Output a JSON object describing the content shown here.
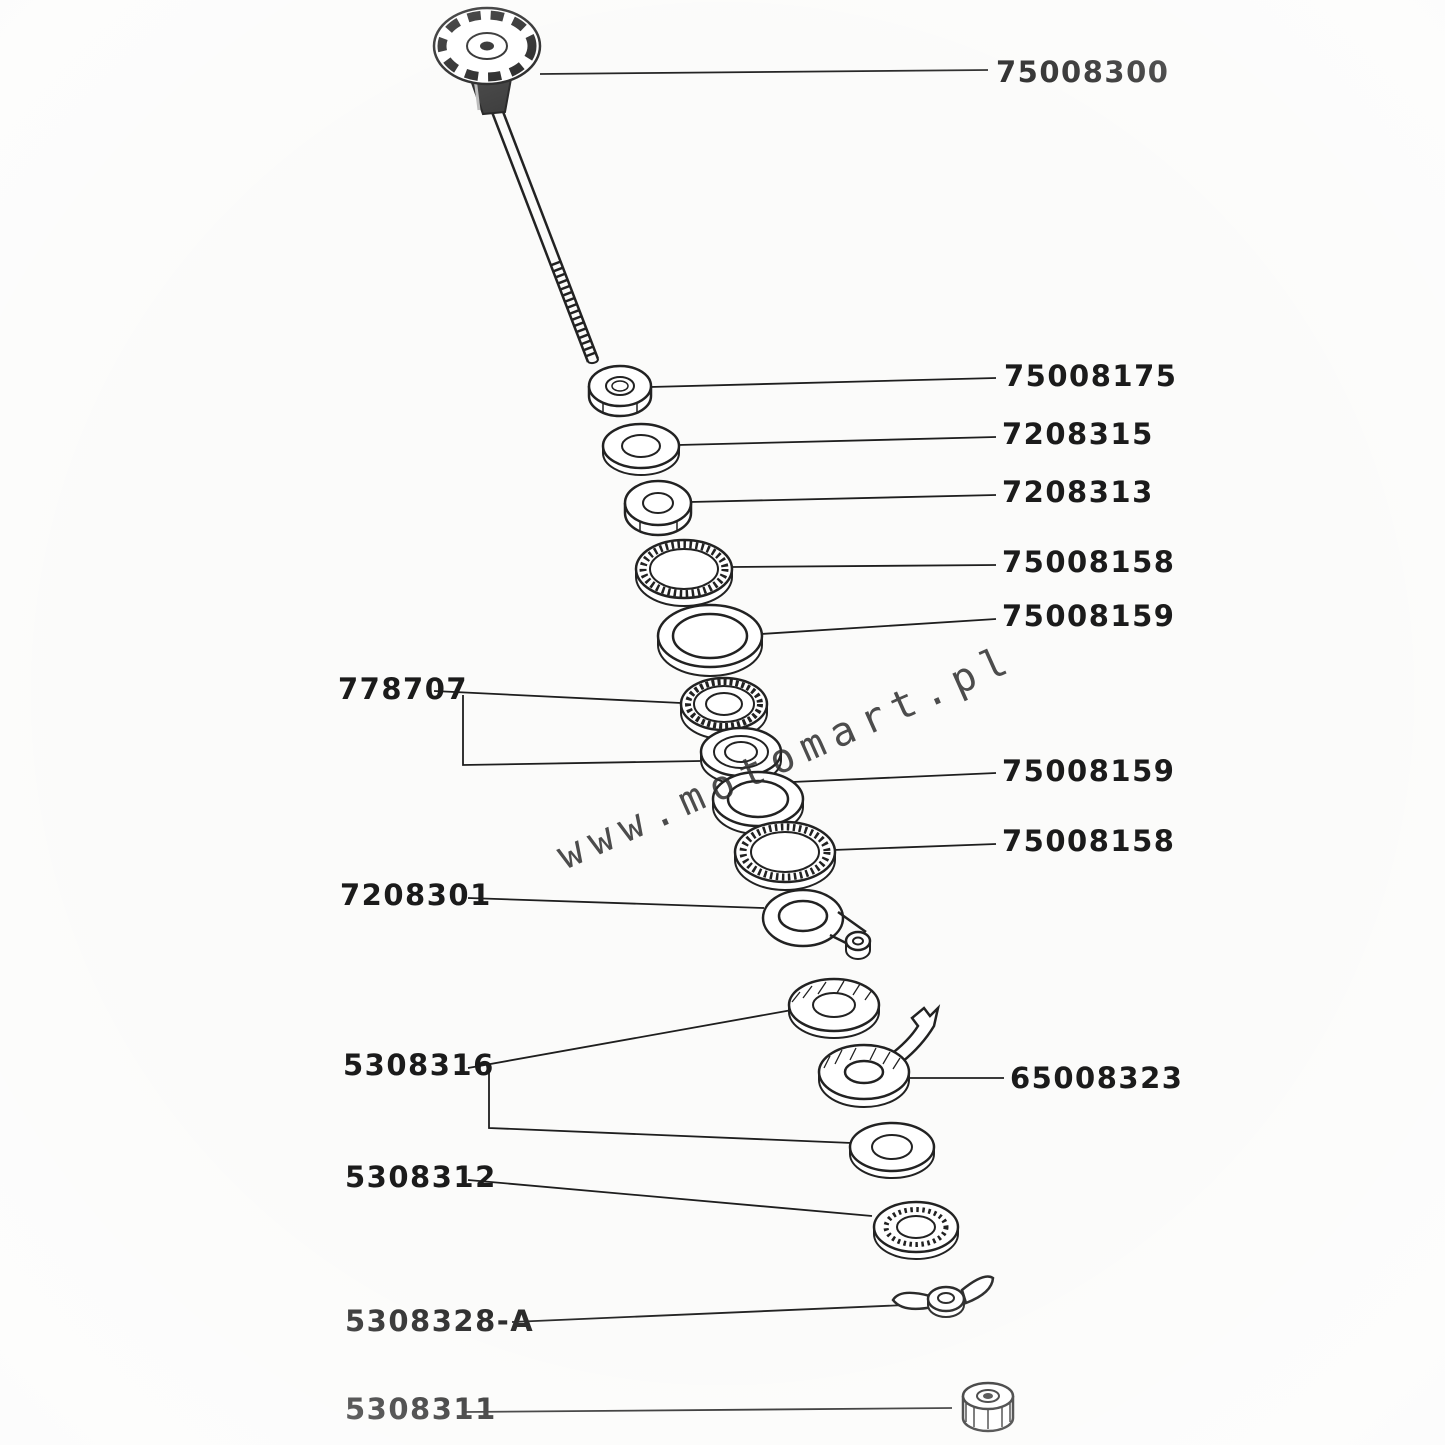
{
  "watermark": {
    "text": "www.motomart.pl"
  },
  "labels": {
    "p75008300": "75008300",
    "p75008175": "75008175",
    "p7208315": "7208315",
    "p7208313": "7208313",
    "p75008158_top": "75008158",
    "p75008159_top": "75008159",
    "p778707": "778707",
    "p75008159_mid": "75008159",
    "p75008158_mid": "75008158",
    "p7208301": "7208301",
    "p5308316": "5308316",
    "p65008323": "65008323",
    "p5308312": "5308312",
    "p5308328a": "5308328-A",
    "p5308311": "5308311"
  }
}
